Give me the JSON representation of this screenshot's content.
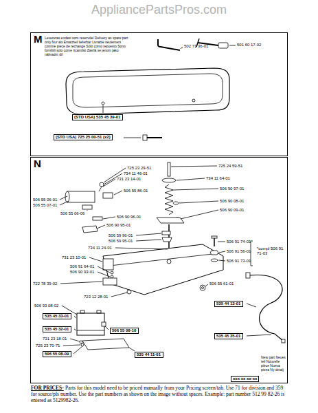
{
  "diagram": {
    "nodes": [
      {
        "text": [
          "M",
          "Levereras endast som reservdel Delivery as spare part only Nur als Ersatzteil lieferbar Livrable seulement comme pièce de rechange Sólo como repuesto Sono fornibili solo come ricambio Zasílá se jenom jako náhradní díl"
        ]
      },
      {
        "text": [
          "(STD USA) 535 45 39-01"
        ],
        "in": 0
      },
      {
        "text": [
          "(STD USA) 725 25 00-51 (x2)"
        ],
        "in": 0
      },
      {
        "text": [
          "N"
        ]
      },
      {
        "text": [
          "535 45 33-01"
        ],
        "in": 3
      },
      {
        "text": [
          "535 45 32-01"
        ],
        "in": 3
      },
      {
        "text": [
          "506 55 08-10"
        ],
        "in": 3
      },
      {
        "text": [
          "506 55 08-09"
        ],
        "in": 3
      },
      {
        "text": [
          "535 44 11-01"
        ],
        "in": 3
      },
      {
        "text": [
          "535 44 13-01"
        ],
        "in": 3
      },
      {
        "text": [
          "535 45 35-01"
        ],
        "in": 3
      }
    ],
    "labels": [
      "AppliancePartsPros.com",
      "502 71 36-01",
      "501 60 17-02",
      "725 23 29-51",
      "734 11 46-01",
      "731 23 14-01",
      "725 24 59-51",
      "506 55 86-01",
      "734 11 64-01",
      "506 55 06-01",
      "506 55 07-01",
      "506 90 97-01",
      "506 55 06-06",
      "506 90 08-01",
      "506 90 96-01",
      "506 90 09-01",
      "506 90 95-01",
      "506 59 96-01",
      "506 59 95-01",
      "734 11 24-01",
      "506 91 74-01",
      "731 23 10-01",
      "506 91 56-01",
      "*compl 506 91 71-03",
      "506 91 73-01",
      "506 91 64-01",
      "506 90 93-01",
      "722 78 39-02",
      "506 55 61-01",
      "723 12 28-01",
      "506 93 08-02",
      "731 23 18-01",
      "725 23 70-71",
      "xxx xx xx-xx",
      "FOR PRICES-",
      "Parts for this model need to be priced manually from your Pricing screen/tab. Use 71 for division and 359 for source/pls number. Use the part numbers as shown on the image without spaces. Example: part number 512 99 82-26 is entered as 5129982-26."
    ],
    "legend": [
      {
        "text": "New part Neues teil Nouvelle pièce Nueva pieza Ny detalj"
      }
    ]
  }
}
